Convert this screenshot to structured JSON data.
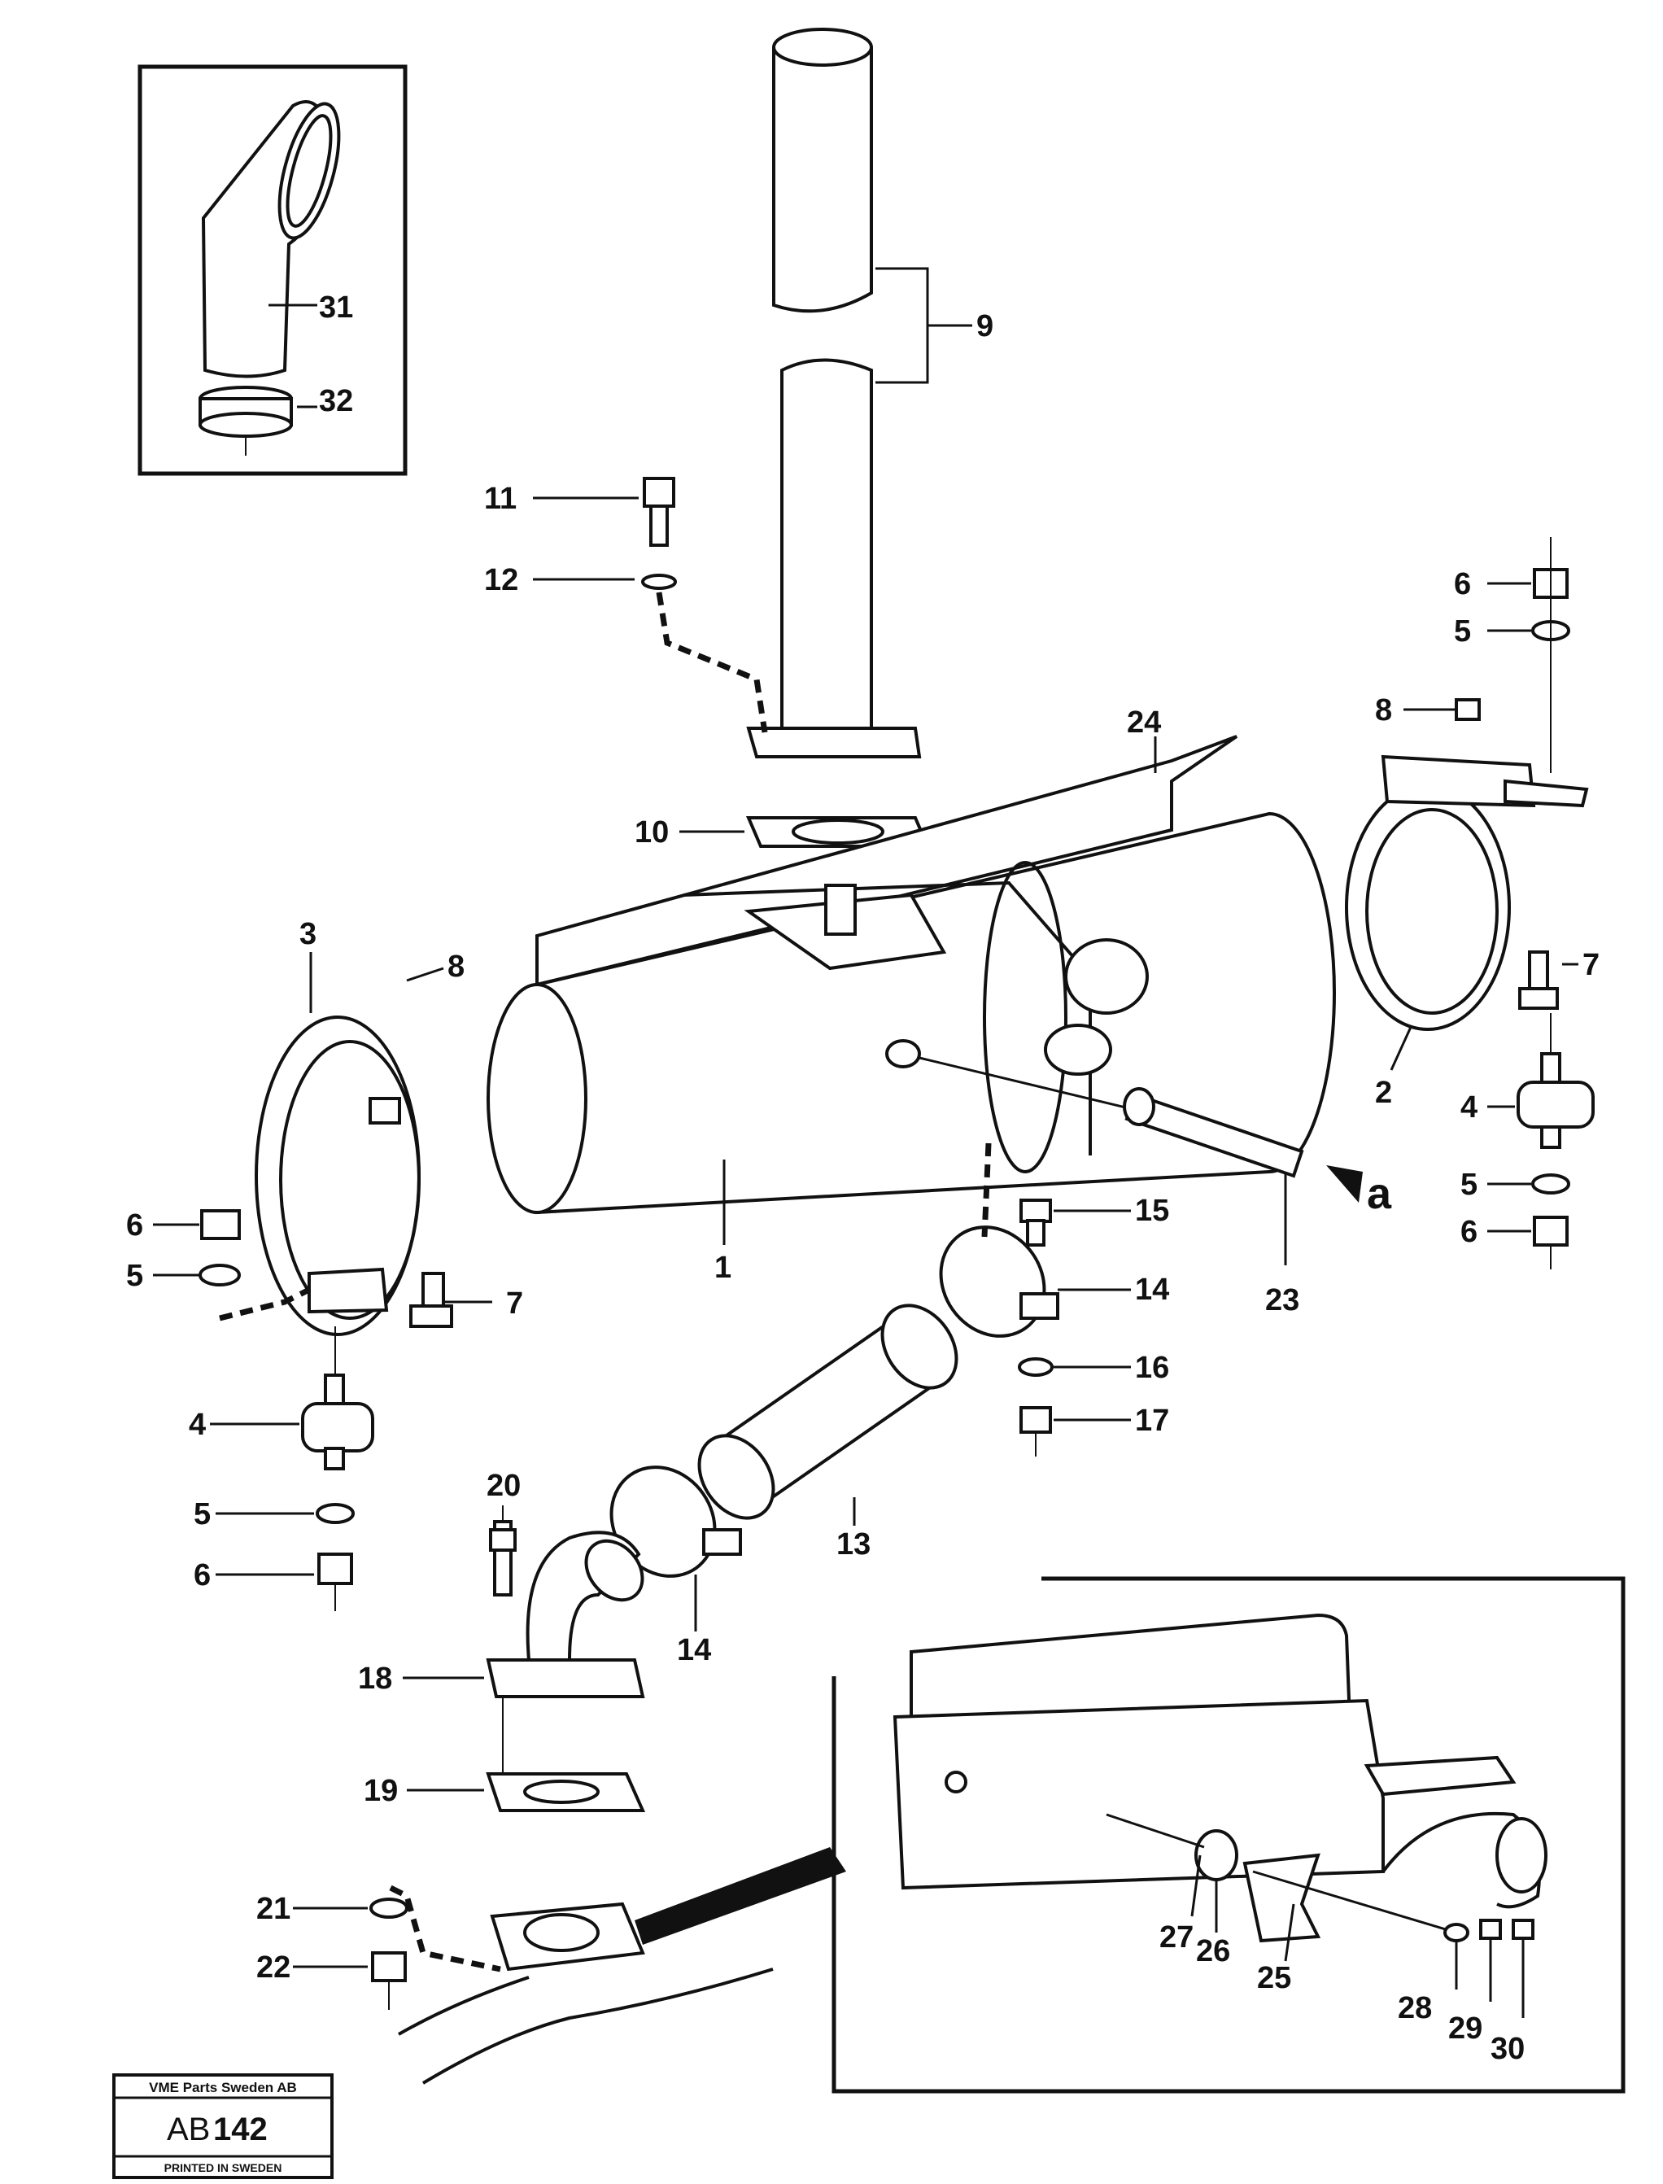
{
  "callouts": [
    "1",
    "2",
    "3",
    "4",
    "5",
    "6",
    "7",
    "8",
    "9",
    "10",
    "11",
    "12",
    "13",
    "14",
    "15",
    "16",
    "17",
    "18",
    "19",
    "20",
    "21",
    "22",
    "23",
    "24",
    "25",
    "26",
    "27",
    "28",
    "29",
    "30",
    "31",
    "32"
  ],
  "arrow_label": "a",
  "stamp": {
    "company": "VME Parts Sweden AB",
    "code_prefix": "AB",
    "code_number": "142",
    "footer": "PRINTED IN SWEDEN"
  }
}
